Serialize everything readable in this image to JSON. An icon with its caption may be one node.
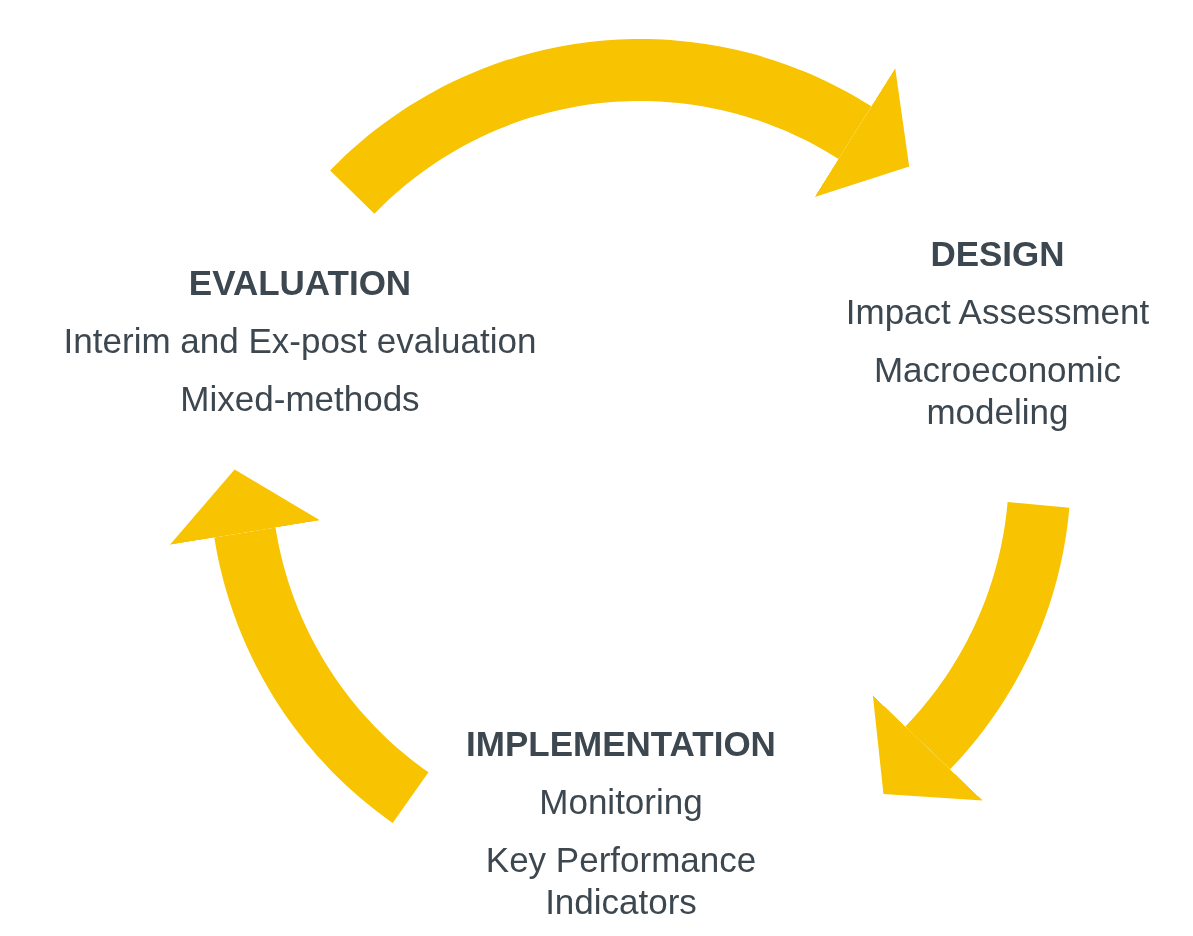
{
  "diagram": {
    "nodes": [
      {
        "text": [
          "EVALUATION",
          "Interim and Ex-post evaluation",
          "Mixed-methods"
        ]
      },
      {
        "text": [
          "DESIGN",
          "Impact Assessment",
          "Macroeconomic modeling"
        ]
      },
      {
        "text": [
          "IMPLEMENTATION",
          "Monitoring",
          "Key Performance Indicators"
        ]
      }
    ],
    "edges": [
      {
        "from": 0,
        "to": 1,
        "arrow": "to"
      },
      {
        "from": 1,
        "to": 2,
        "arrow": "to"
      },
      {
        "from": 2,
        "to": 0,
        "arrow": "to"
      }
    ]
  }
}
